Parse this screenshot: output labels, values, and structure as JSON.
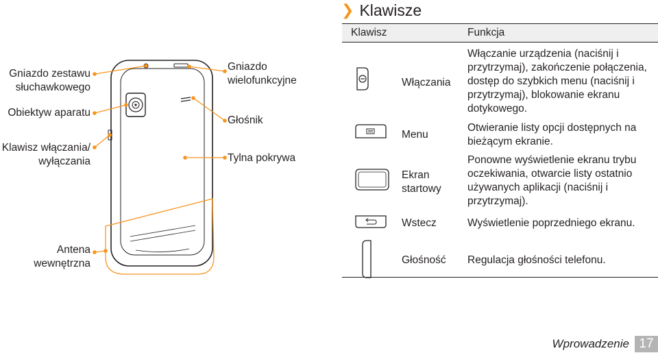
{
  "section_title": "Klawisze",
  "phone_labels": {
    "headset_jack": "Gniazdo zestawu słuchawkowego",
    "camera_lens": "Obiektyw aparatu",
    "power_key": "Klawisz włączania/ wyłączania",
    "antenna": "Antena wewnętrzna",
    "multi_jack": "Gniazdo wielofunkcyjne",
    "speaker": "Głośnik",
    "back_cover": "Tylna pokrywa"
  },
  "table": {
    "col_key": "Klawisz",
    "col_function": "Funkcja",
    "rows": [
      {
        "name": "Włączania",
        "icon": "power-key-icon",
        "desc": "Włączanie urządzenia (naciśnij i przytrzymaj), zakończenie połączenia, dostęp do szybkich menu (naciśnij i przytrzymaj), blokowanie ekranu dotykowego."
      },
      {
        "name": "Menu",
        "icon": "menu-key-icon",
        "desc": "Otwieranie listy opcji dostępnych na bieżącym ekranie."
      },
      {
        "name": "Ekran startowy",
        "icon": "home-key-icon",
        "desc": "Ponowne wyświetlenie ekranu trybu oczekiwania, otwarcie listy ostatnio używanych aplikacji (naciśnij i przytrzymaj)."
      },
      {
        "name": "Wstecz",
        "icon": "back-key-icon",
        "desc": "Wyświetlenie poprzedniego ekranu."
      },
      {
        "name": "Głośność",
        "icon": "volume-key-icon",
        "desc": "Regulacja głośności telefonu."
      }
    ]
  },
  "footer": {
    "chapter": "Wprowadzenie",
    "page": "17"
  },
  "colors": {
    "accent": "#f7941d",
    "line": "#231f20",
    "header_bg": "#efefef",
    "page_badge": "#b4b4b4"
  }
}
